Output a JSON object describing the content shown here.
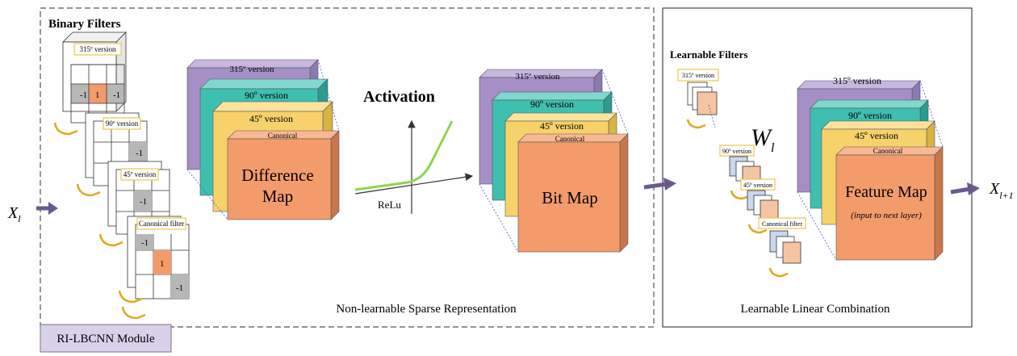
{
  "binary_filters": {
    "title": "Binary Filters",
    "versions": [
      "315º version",
      "90º version",
      "45º version",
      "Canonical filter"
    ],
    "cell_values": [
      "-1",
      "1"
    ]
  },
  "input_label": "X",
  "input_sub": "l",
  "output_label": "X",
  "output_sub": "l+1",
  "difference_map": {
    "layers": [
      "315º version",
      "90º version",
      "45º version",
      "Canonical"
    ],
    "line1": "Difference",
    "line2": "Map"
  },
  "activation": {
    "title": "Activation",
    "func": "ReLu"
  },
  "bit_map": {
    "layers": [
      "315º version",
      "90º version",
      "45º version",
      "Canonical"
    ],
    "label": "Bit Map"
  },
  "learnable_filters": {
    "title": "Learnable Filters",
    "versions": [
      "315º version",
      "90º version",
      "45º version",
      "Canonical filter"
    ],
    "weight_label": "W",
    "weight_sub": "l"
  },
  "feature_map": {
    "layers": [
      "315º version",
      "90º version",
      "45º version",
      "Canonical"
    ],
    "label": "Feature Map",
    "note": "(input to next layer)"
  },
  "captions": {
    "left": "Non-learnable Sparse Representation",
    "right": "Learnable Linear Combination",
    "module": "RI-LBCNN Module"
  },
  "colors": {
    "purple": "#a58fc6",
    "teal": "#3fbfb0",
    "yellow": "#f7d26a",
    "orange": "#f49b6c",
    "gray_cell": "#b7b7b7",
    "relu": "#8fd44f",
    "arrow": "#6a5a8c"
  }
}
